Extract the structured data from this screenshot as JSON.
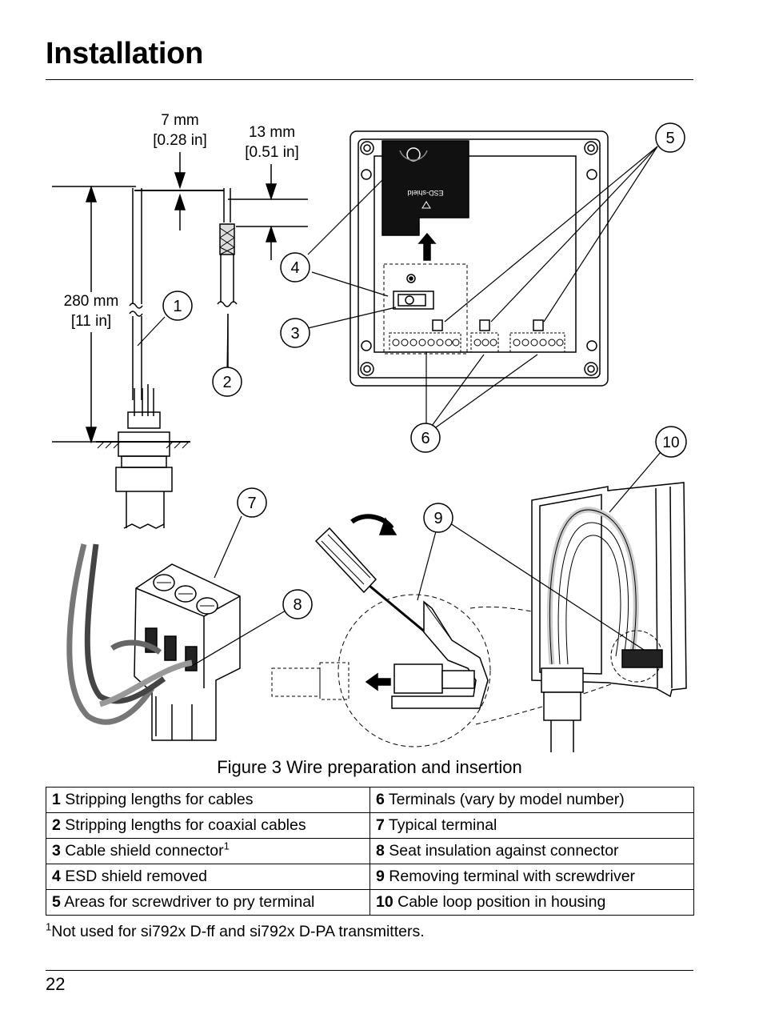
{
  "page": {
    "title": "Installation",
    "number": "22"
  },
  "figure": {
    "caption": "Figure 3  Wire preparation and insertion",
    "dimensions": {
      "strip_7": "7 mm",
      "strip_7_in": "[0.28 in]",
      "strip_13": "13 mm",
      "strip_13_in": "[0.51 in]",
      "length_280": "280 mm",
      "length_280_in": "[11 in]"
    },
    "esd_label": "ESD-shield",
    "callouts": [
      "1",
      "2",
      "3",
      "4",
      "5",
      "6",
      "7",
      "8",
      "9",
      "10"
    ]
  },
  "legend": {
    "rows": [
      {
        "left_num": "1",
        "left_text": " Stripping lengths for cables",
        "right_num": "6",
        "right_text": " Terminals (vary by model number)"
      },
      {
        "left_num": "2",
        "left_text": " Stripping lengths for coaxial cables",
        "right_num": "7",
        "right_text": " Typical terminal"
      },
      {
        "left_num": "3",
        "left_text": " Cable shield connector",
        "left_sup": "1",
        "right_num": "8",
        "right_text": " Seat insulation against connector"
      },
      {
        "left_num": "4",
        "left_text": " ESD shield removed",
        "right_num": "9",
        "right_text": " Removing terminal with screwdriver"
      },
      {
        "left_num": "5",
        "left_text": " Areas for screwdriver to pry terminal",
        "right_num": "10",
        "right_text": " Cable loop position in housing"
      }
    ]
  },
  "footnote": {
    "mark": "1",
    "text": "Not used for si792x D-ff and si792x D-PA transmitters."
  }
}
